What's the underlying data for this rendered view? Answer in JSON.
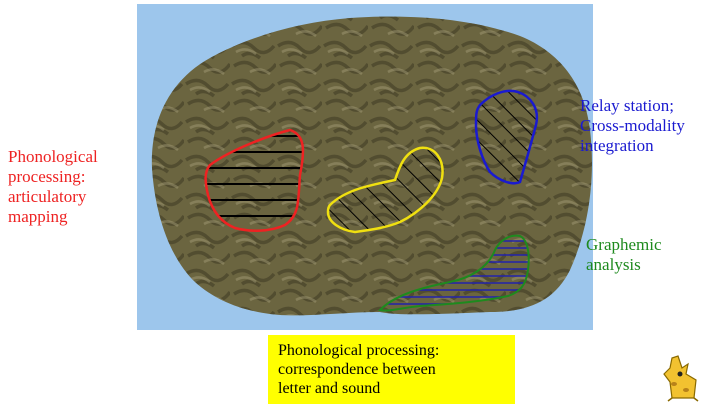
{
  "labels": {
    "phonological_articulatory": [
      "Phonological",
      "processing:",
      "articulatory",
      "mapping"
    ],
    "relay_station": [
      "Relay station;",
      "Cross-modality",
      "integration"
    ],
    "graphemic": [
      "Graphemic",
      "analysis"
    ],
    "phonological_correspondence": [
      "Phonological processing:",
      "correspondence between",
      "letter and sound"
    ]
  },
  "colors": {
    "sky_background": "#9dc6ec",
    "brain": "#6b6540",
    "articulatory_region": "#ee2222",
    "relay_region": "#1a1ad0",
    "correspondence_region": "#f0e010",
    "graphemic_region": "#1e8a1e",
    "caption_box": "#ffff00"
  },
  "icons": {
    "corner_logo": "cartoon-giraffe-icon"
  }
}
